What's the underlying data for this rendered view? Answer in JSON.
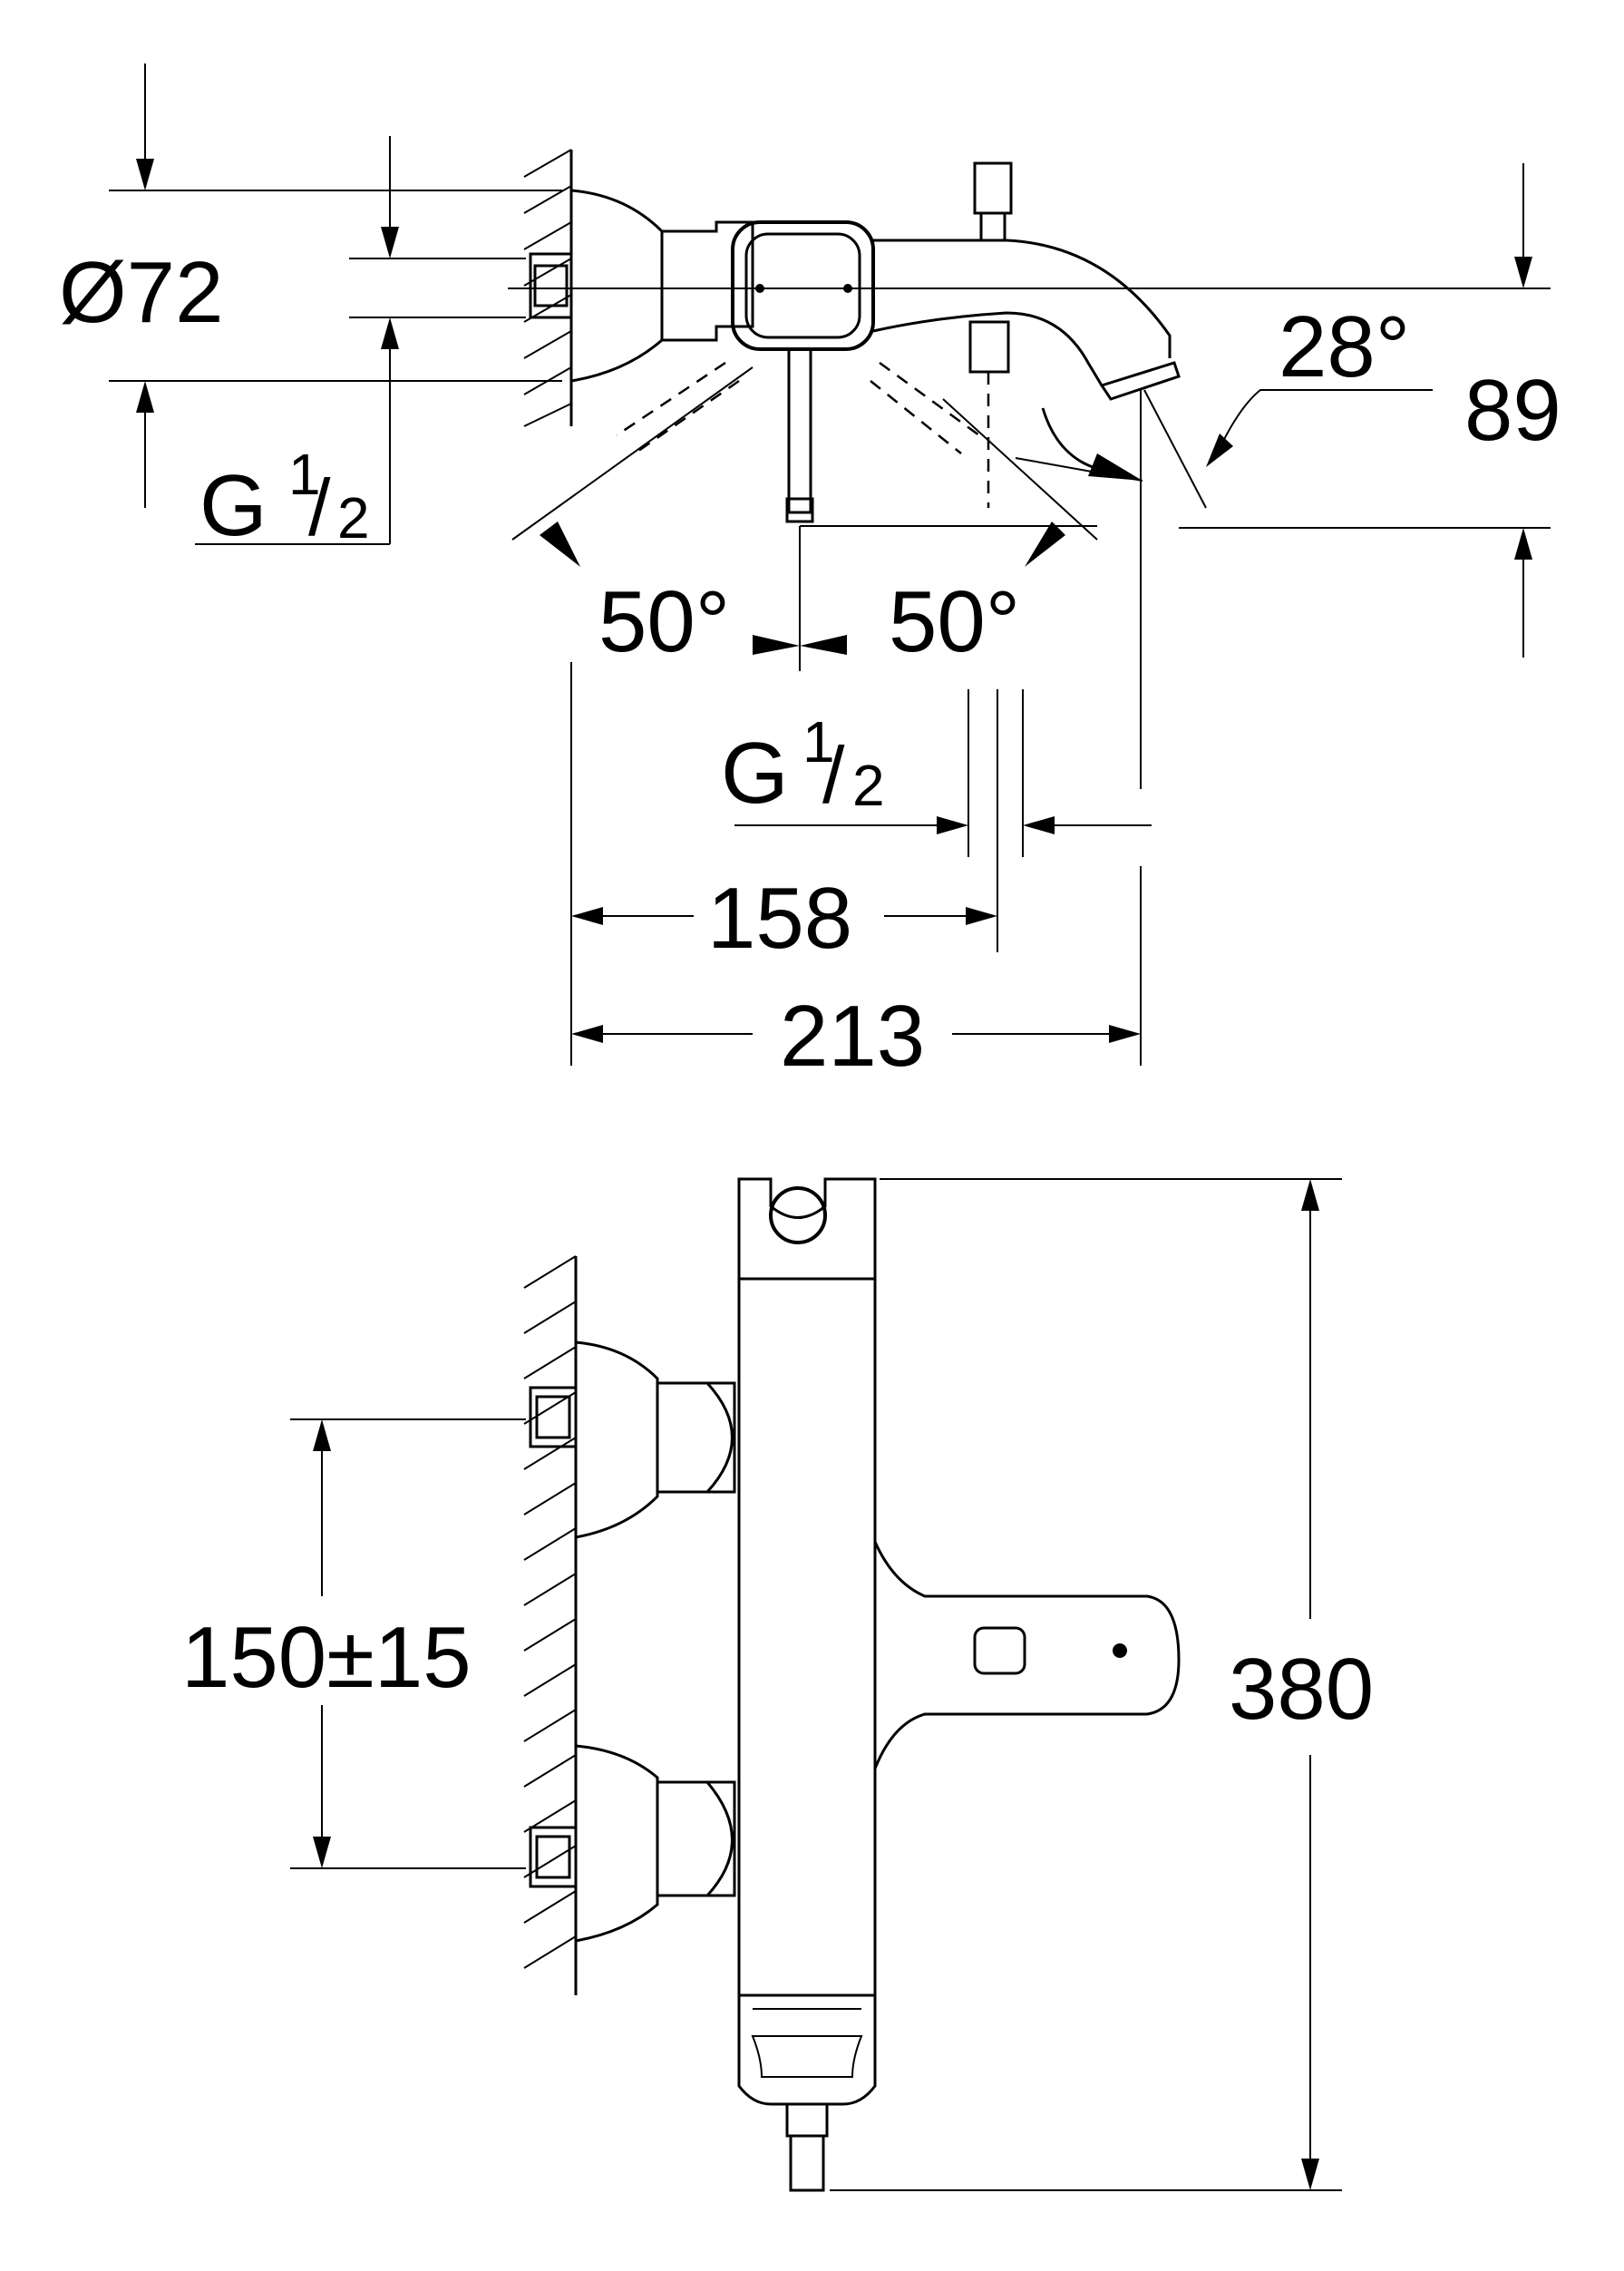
{
  "top_view": {
    "diameter_label": "Ø72",
    "thread_left": {
      "main": "G",
      "num": "1",
      "sep": "/",
      "den": "2"
    },
    "angle_spout": "28°",
    "height_89": "89",
    "angle_left": "50°",
    "angle_right": "50°",
    "thread_bottom": {
      "main": "G",
      "num": "1",
      "sep": "/",
      "den": "2"
    },
    "dim_158": "158",
    "dim_213": "213"
  },
  "front_view": {
    "dim_150": "150±15",
    "dim_380": "380"
  }
}
